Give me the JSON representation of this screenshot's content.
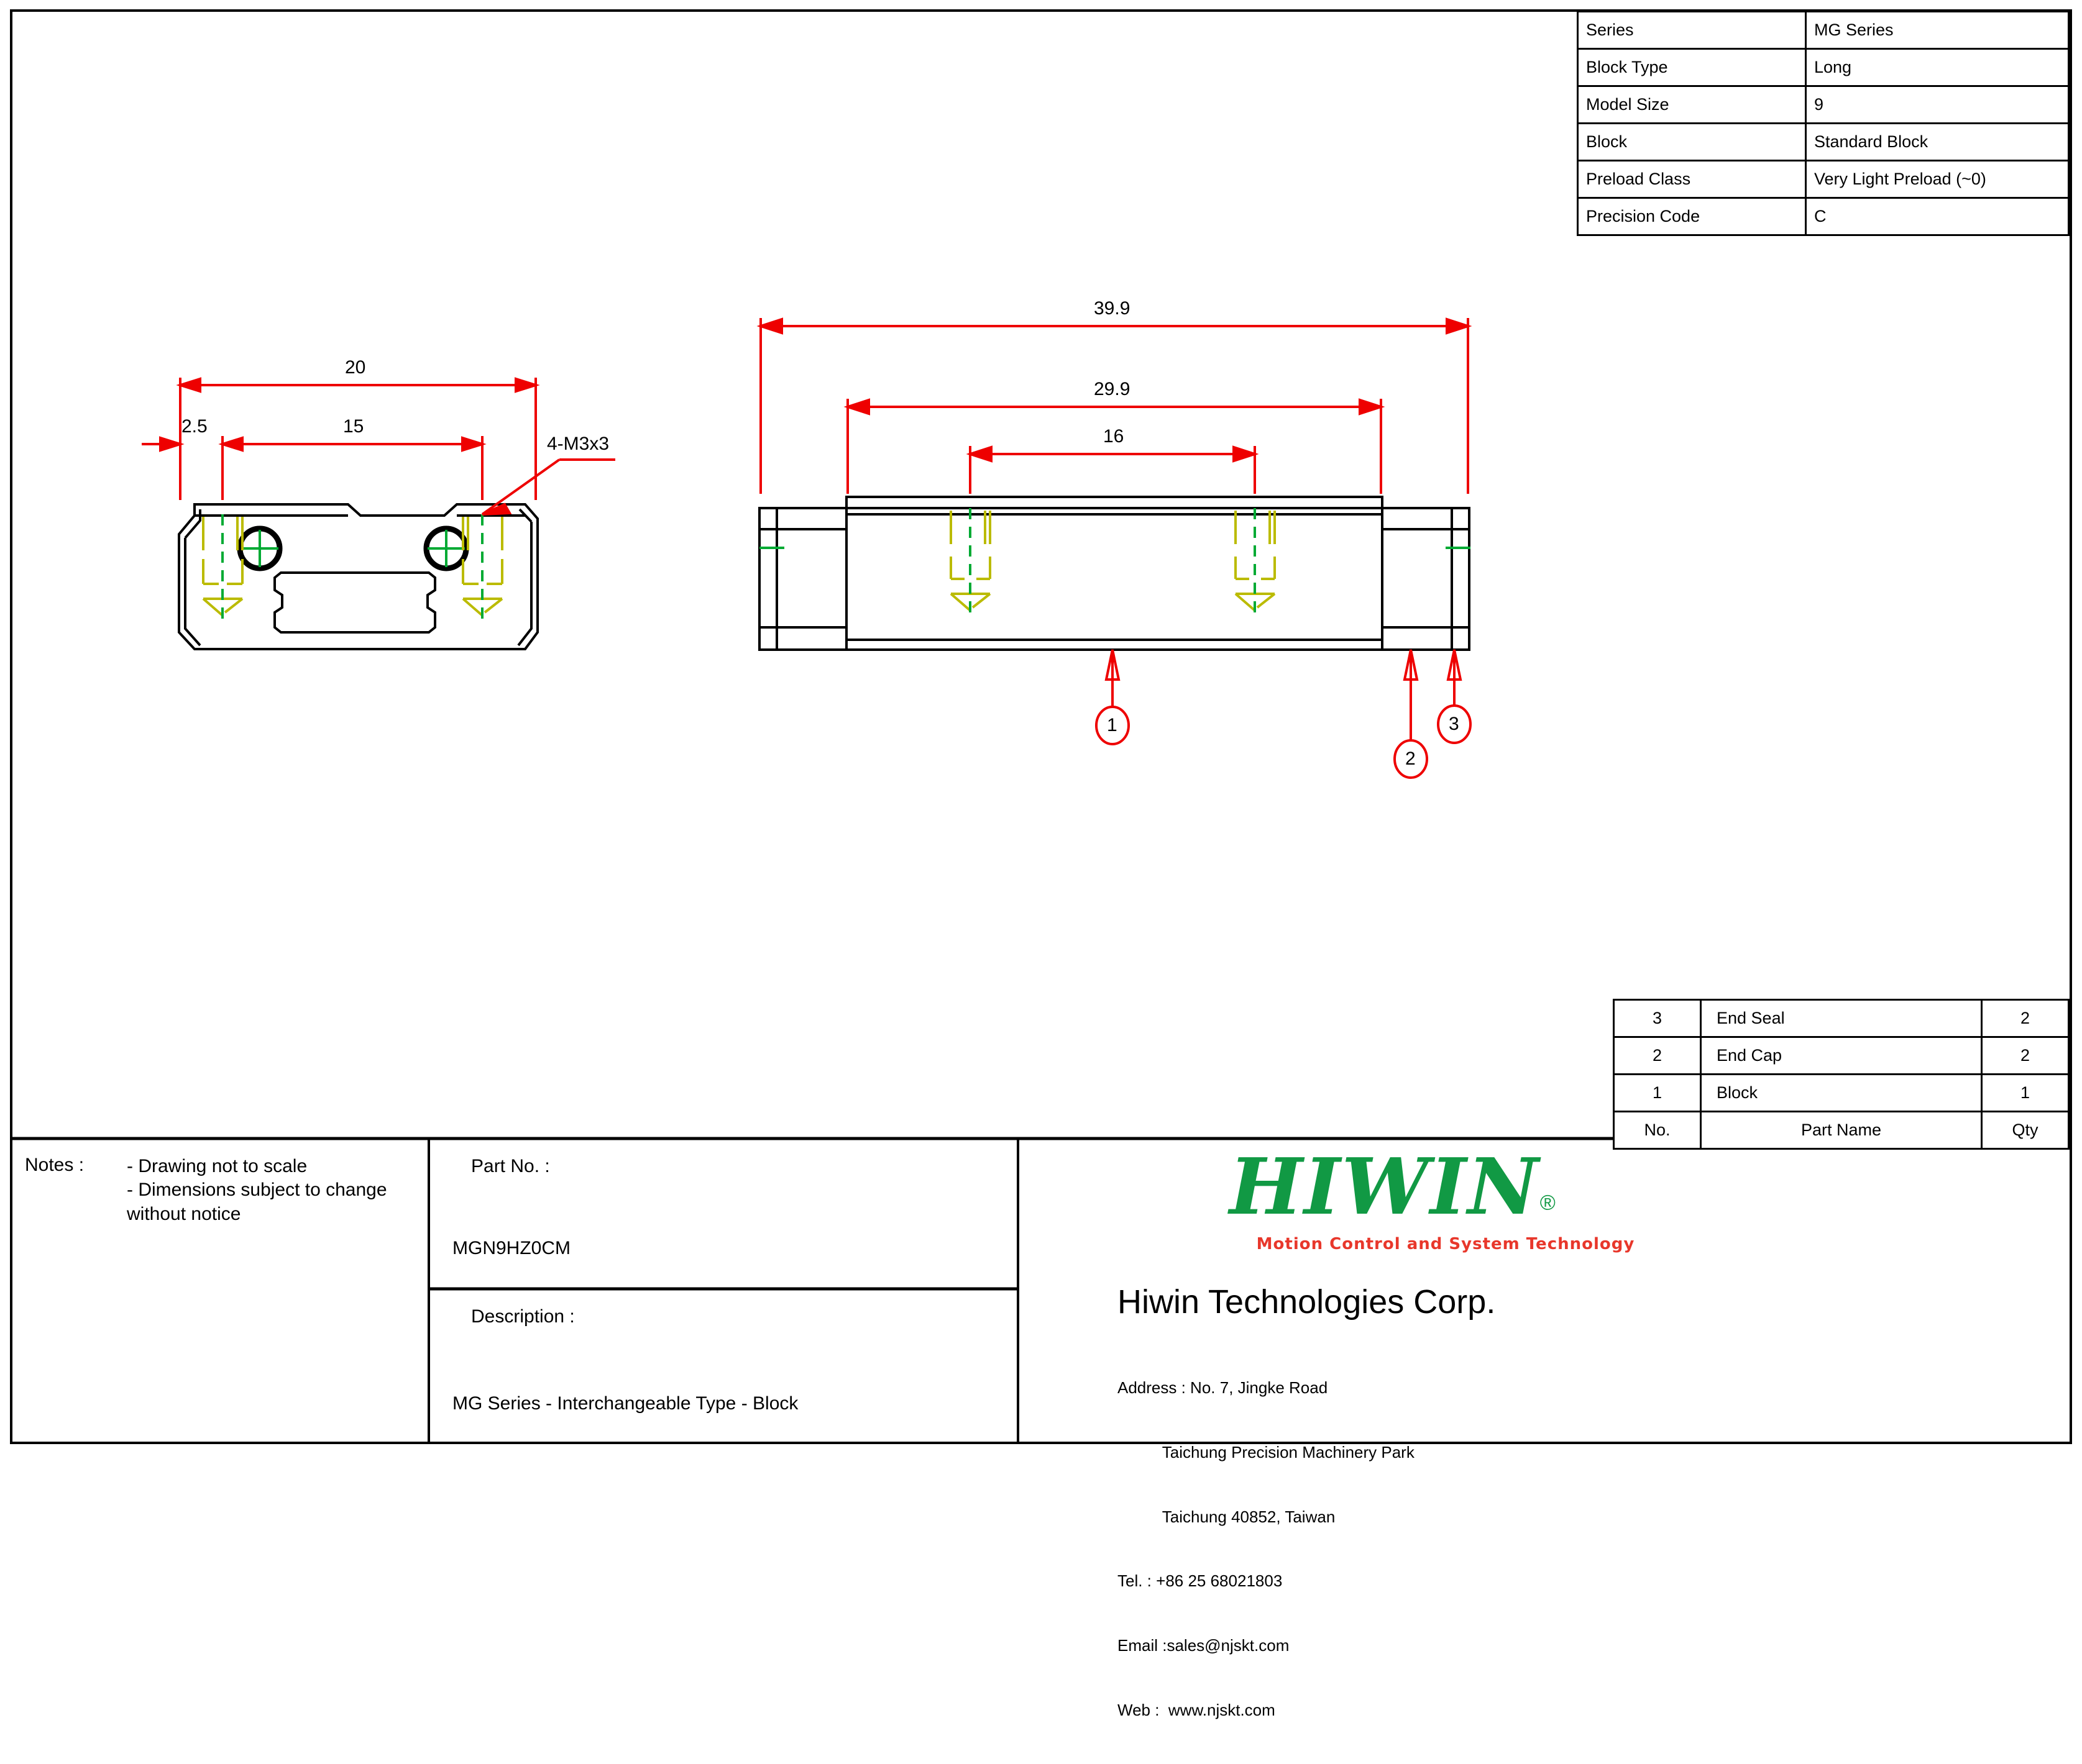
{
  "spec_table": {
    "rows": [
      {
        "key": "Series",
        "value": "MG Series"
      },
      {
        "key": "Block Type",
        "value": "Long"
      },
      {
        "key": "Model Size",
        "value": "9"
      },
      {
        "key": "Block",
        "value": "Standard Block"
      },
      {
        "key": "Preload Class",
        "value": "Very Light Preload (~0)"
      },
      {
        "key": "Precision Code",
        "value": "C"
      }
    ]
  },
  "parts_table": {
    "rows": [
      {
        "no": "3",
        "part_name": "End Seal",
        "qty": "2"
      },
      {
        "no": "2",
        "part_name": "End Cap",
        "qty": "2"
      },
      {
        "no": "1",
        "part_name": "Block",
        "qty": "1"
      },
      {
        "no": "No.",
        "part_name": "Part Name",
        "qty": "Qty"
      }
    ]
  },
  "notes": {
    "heading": "Notes :",
    "line1": "- Drawing not to scale",
    "line2": "- Dimensions subject to change",
    "line3": "without notice"
  },
  "part_no": {
    "label": "Part No. :",
    "value": "MGN9HZ0CM"
  },
  "description": {
    "label": "Description :",
    "value": "MG Series - Interchangeable Type - Block"
  },
  "company": {
    "logo_word": "HIWIN",
    "logo_reg": "®",
    "tagline": "Motion Control and System Technology",
    "name": "Hiwin Technologies Corp.",
    "address_line1": "Address : No. 7, Jingke Road",
    "address_line2": "          Taichung Precision Machinery Park",
    "address_line3": "          Taichung 40852, Taiwan",
    "tel": "Tel. : +86 25 68021803",
    "email": "Email :sales@njskt.com",
    "web": "Web :  www.njskt.com",
    "logo_color": "#119944",
    "tagline_color": "#e8372b"
  },
  "drawing": {
    "dimension_color": "#ee0000",
    "front_view": {
      "dims": [
        {
          "name": "overall-width",
          "label": "20"
        },
        {
          "name": "edge-offset",
          "label": "2.5"
        },
        {
          "name": "hole-spacing",
          "label": "15"
        }
      ],
      "callout": "4-M3x3"
    },
    "top_view": {
      "dims": [
        {
          "name": "overall-length",
          "label": "39.9"
        },
        {
          "name": "block-body-length",
          "label": "29.9"
        },
        {
          "name": "hole-pitch",
          "label": "16"
        }
      ],
      "balloons": [
        {
          "id": "1"
        },
        {
          "id": "2"
        },
        {
          "id": "3"
        }
      ]
    }
  }
}
